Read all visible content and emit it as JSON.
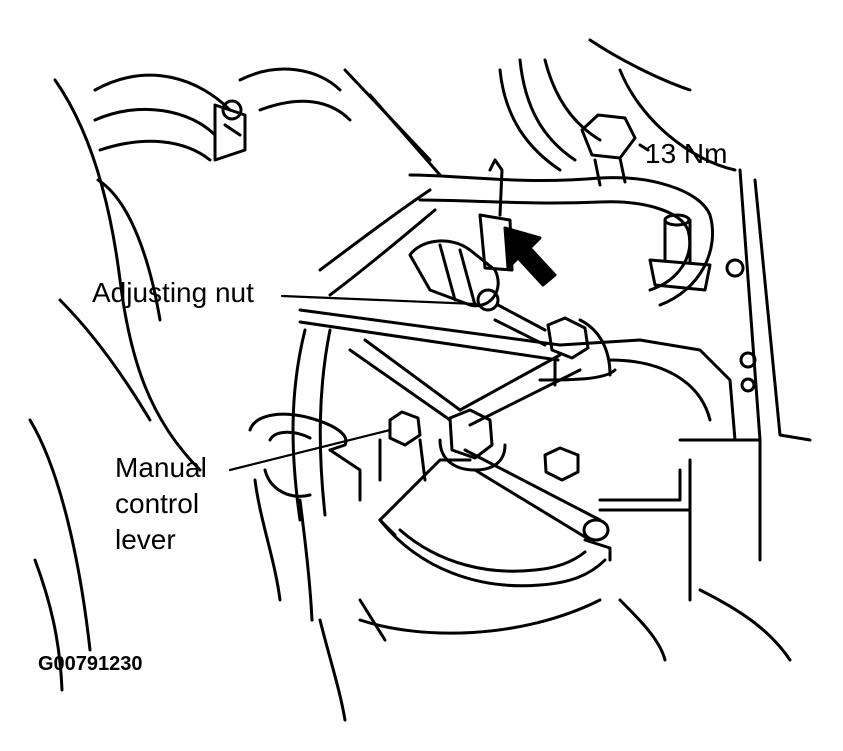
{
  "labels": {
    "torque": "13 Nm",
    "adjusting_nut": "Adjusting nut",
    "manual_control_lever": [
      "Manual",
      "control",
      "lever"
    ],
    "figure_code": "G00791230"
  },
  "colors": {
    "ink": "#000000",
    "paper": "#ffffff"
  }
}
